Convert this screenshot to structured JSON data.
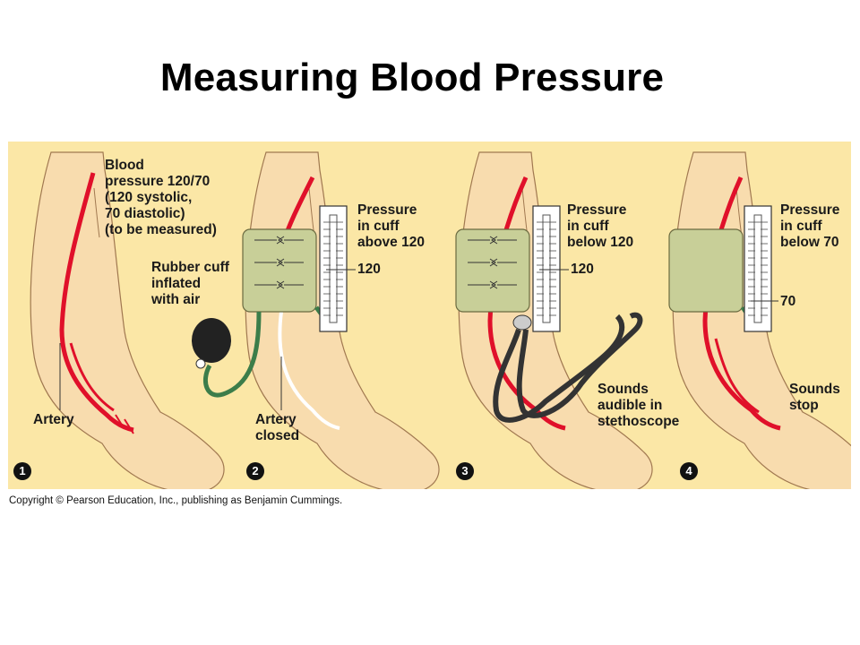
{
  "title": "Measuring Blood Pressure",
  "panels": [
    {
      "number": "1",
      "blood_pressure": "Blood\npressure 120/70\n(120 systolic,\n70 diastolic)\n(to be measured)",
      "artery": "Artery"
    },
    {
      "number": "2",
      "cuff": "Rubber cuff\ninflated\nwith air",
      "pressure": "Pressure\nin cuff\nabove 120",
      "reading": "120",
      "artery_closed": "Artery\nclosed"
    },
    {
      "number": "3",
      "pressure": "Pressure\nin cuff\nbelow 120",
      "reading": "120",
      "sounds": "Sounds\naudible in\nstethoscope"
    },
    {
      "number": "4",
      "pressure": "Pressure\nin cuff\nbelow 70",
      "reading": "70",
      "sounds": "Sounds\nstop"
    }
  ],
  "copyright": "Copyright © Pearson Education, Inc., publishing as Benjamin Cummings.",
  "colors": {
    "background": "#fbe7a6",
    "skin": "#f8dcae",
    "artery": "#e0102a",
    "cuff": "#c8cf98",
    "tube": "#3c7d4a",
    "bulb": "#222222"
  }
}
